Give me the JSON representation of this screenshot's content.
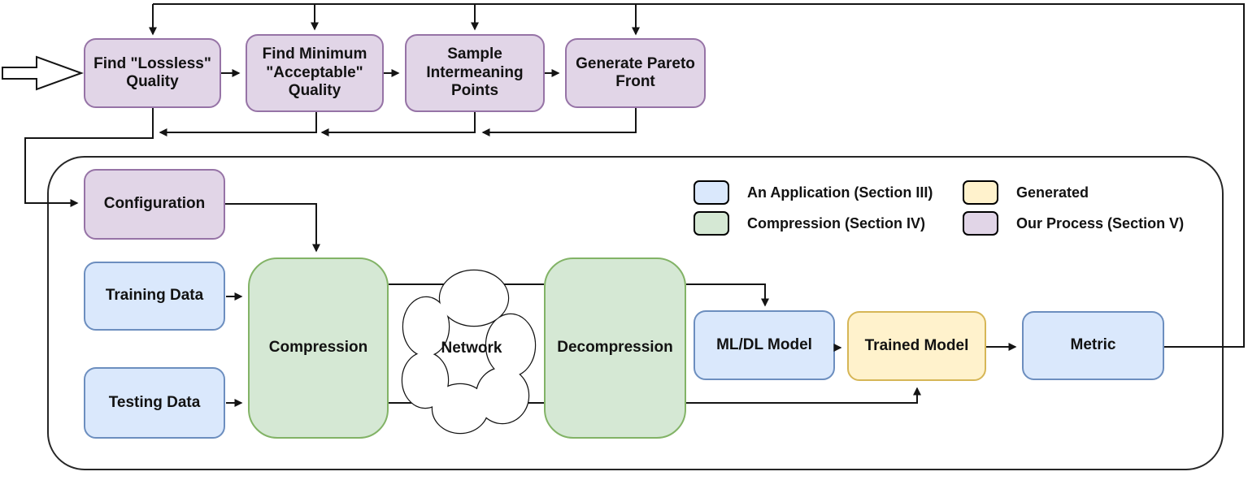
{
  "diagram": {
    "top_row": {
      "nodes": [
        {
          "id": "find-lossless-quality",
          "label": "Find \"Lossless\" Quality"
        },
        {
          "id": "find-minimum-acceptable",
          "label": "Find Minimum \"Acceptable\" Quality"
        },
        {
          "id": "sample-intermeaning-points",
          "label": "Sample Intermeaning Points"
        },
        {
          "id": "generate-pareto-front",
          "label": "Generate Pareto Front"
        }
      ]
    },
    "pipeline": {
      "configuration": {
        "label": "Configuration"
      },
      "training_data": {
        "label": "Training Data"
      },
      "testing_data": {
        "label": "Testing Data"
      },
      "compression": {
        "label": "Compression"
      },
      "network": {
        "label": "Network"
      },
      "decompression": {
        "label": "Decompression"
      },
      "mldl_model": {
        "label": "ML/DL Model"
      },
      "trained_model": {
        "label": "Trained Model"
      },
      "metric": {
        "label": "Metric"
      }
    },
    "legend": {
      "items": [
        {
          "label": "An Application (Section III)",
          "fill": "#DAE8FC",
          "stroke": "#6C8EBF"
        },
        {
          "label": "Compression (Section IV)",
          "fill": "#D5E8D4",
          "stroke": "#82B366"
        },
        {
          "label": "Generated",
          "fill": "#FFF2CC",
          "stroke": "#D6B656"
        },
        {
          "label": "Our Process (Section V)",
          "fill": "#E1D5E7",
          "stroke": "#9673A6"
        }
      ]
    },
    "palette": {
      "application_fill": "#DAE8FC",
      "application_stroke": "#6C8EBF",
      "compression_fill": "#D5E8D4",
      "compression_stroke": "#82B366",
      "generated_fill": "#FFF2CC",
      "generated_stroke": "#D6B656",
      "process_fill": "#E1D5E7",
      "process_stroke": "#9673A6",
      "line_color": "#141414"
    }
  }
}
